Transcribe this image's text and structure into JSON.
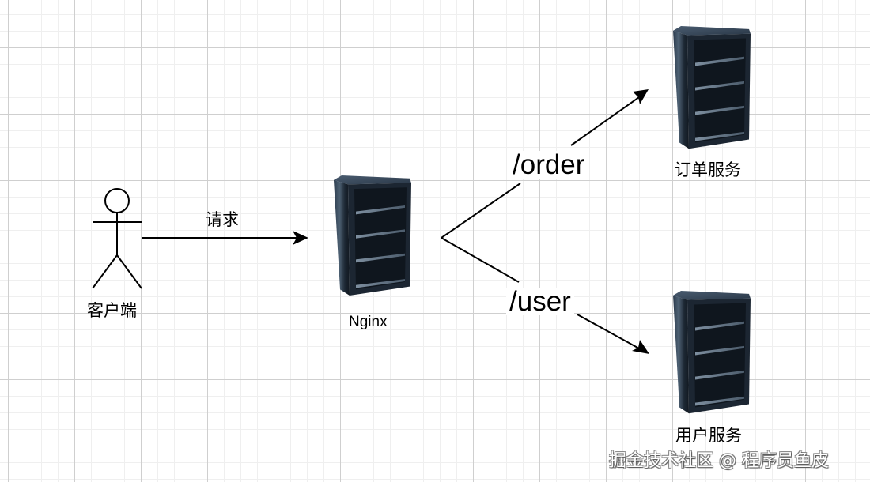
{
  "diagram": {
    "title": "Nginx reverse proxy routing",
    "nodes": {
      "client": {
        "label": "客户端",
        "icon": "actor-icon"
      },
      "nginx": {
        "label": "Nginx",
        "icon": "server-rack-icon"
      },
      "order_service": {
        "label": "订单服务",
        "icon": "server-rack-icon"
      },
      "user_service": {
        "label": "用户服务",
        "icon": "server-rack-icon"
      }
    },
    "edges": {
      "request": {
        "from": "client",
        "to": "nginx",
        "label": "请求"
      },
      "order": {
        "from": "nginx",
        "to": "order_service",
        "label": "/order"
      },
      "user": {
        "from": "nginx",
        "to": "user_service",
        "label": "/user"
      }
    },
    "colors": {
      "grid_major": "#cfcfcf",
      "grid_minor": "#efefef",
      "line": "#000000",
      "server_body": "#1f2b38",
      "server_highlight": "#5a6b7d"
    }
  },
  "watermark": "掘金技术社区 @ 程序员鱼皮"
}
